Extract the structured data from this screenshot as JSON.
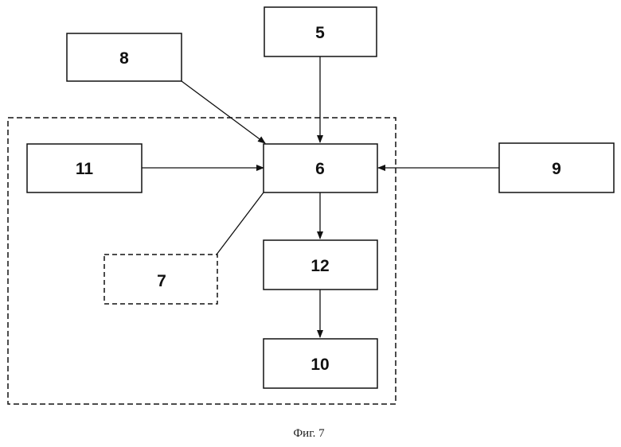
{
  "diagram": {
    "blocks": [
      {
        "id": "b5",
        "label": "5"
      },
      {
        "id": "b8",
        "label": "8"
      },
      {
        "id": "b6",
        "label": "6"
      },
      {
        "id": "b11",
        "label": "11"
      },
      {
        "id": "b9",
        "label": "9"
      },
      {
        "id": "b7",
        "label": "7"
      },
      {
        "id": "b12",
        "label": "12"
      },
      {
        "id": "b10",
        "label": "10"
      }
    ],
    "connections": [
      {
        "from": "5",
        "to": "6"
      },
      {
        "from": "8",
        "to": "6"
      },
      {
        "from": "11",
        "to": "6"
      },
      {
        "from": "9",
        "to": "6"
      },
      {
        "from": "6",
        "to": "7"
      },
      {
        "from": "6",
        "to": "12"
      },
      {
        "from": "12",
        "to": "10"
      }
    ]
  },
  "caption": "Фиг. 7"
}
